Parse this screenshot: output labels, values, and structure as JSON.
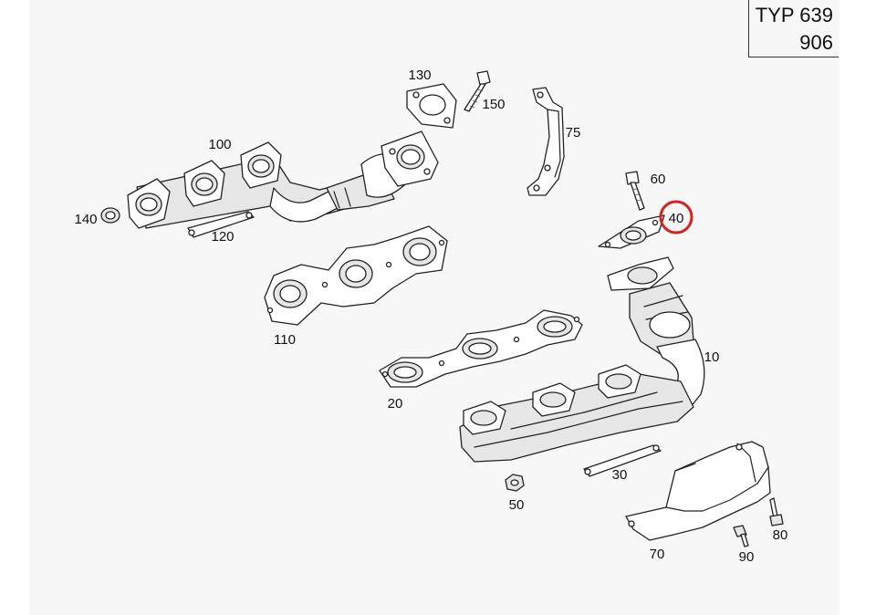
{
  "type_box": {
    "line1": "TYP 639",
    "line2": "906"
  },
  "highlight_color": "#d9201c",
  "parts": [
    {
      "id": "p10",
      "label": "10",
      "name": "exhaust manifold right"
    },
    {
      "id": "p20",
      "label": "20",
      "name": "gasket right"
    },
    {
      "id": "p30",
      "label": "30",
      "name": "bracket strip"
    },
    {
      "id": "p40",
      "label": "40",
      "name": "flange gasket",
      "highlighted": true
    },
    {
      "id": "p50",
      "label": "50",
      "name": "nut"
    },
    {
      "id": "p60",
      "label": "60",
      "name": "bolt"
    },
    {
      "id": "p70",
      "label": "70",
      "name": "heat shield"
    },
    {
      "id": "p75",
      "label": "75",
      "name": "support bracket"
    },
    {
      "id": "p80",
      "label": "80",
      "name": "bolt"
    },
    {
      "id": "p90",
      "label": "90",
      "name": "bolt"
    },
    {
      "id": "p100",
      "label": "100",
      "name": "exhaust manifold left"
    },
    {
      "id": "p110",
      "label": "110",
      "name": "gasket left"
    },
    {
      "id": "p120",
      "label": "120",
      "name": "bracket strip"
    },
    {
      "id": "p130",
      "label": "130",
      "name": "flange gasket"
    },
    {
      "id": "p140",
      "label": "140",
      "name": "nut"
    },
    {
      "id": "p150",
      "label": "150",
      "name": "bolt"
    }
  ]
}
